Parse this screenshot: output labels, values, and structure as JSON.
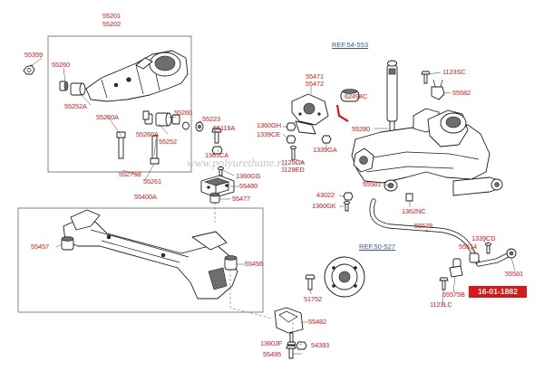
{
  "labels": {
    "p55201": "55201",
    "p55202": "55202",
    "p55359": "55359",
    "p55260a": "55260",
    "p55252a": "55252A",
    "p55260A1": "55260A",
    "p55260b": "55260",
    "p55260A2": "55260A",
    "p55252": "55252",
    "p55223": "55223",
    "p55119a": "55119A",
    "p1361ca": "1361CA",
    "p55275b": "55275B",
    "p55261": "55261",
    "p1360gg": "1360GG",
    "p55480": "55480",
    "p55477": "55477",
    "p55400a": "55400A",
    "p55457": "55457",
    "p55456": "55456",
    "p55482": "55482",
    "p1360jf": "1360JF",
    "p54393": "54393",
    "p55495": "55495",
    "p55471": "55471",
    "p55472": "55472",
    "p62494c": "62494C",
    "p1360gh": "1360GH",
    "p1339ce": "1339CE",
    "p1339ga": "1339GA",
    "p1125ga": "1125GA",
    "p1129ed": "1129ED",
    "p55280": "55280",
    "p1123sc": "1123SC",
    "p55582": "55582",
    "p55581a": "55581",
    "p43022": "43022",
    "p1360gk": "1360GK",
    "p1362nc": "1362NC",
    "p55578": "55578",
    "p1339cd": "1339CD",
    "p55514": "55514",
    "p55581b": "55581",
    "p55575b": "55575B",
    "p1123lc": "1123LC",
    "p51752": "51752"
  },
  "references": {
    "ref1": "REF.54-553",
    "ref2": "REF.50-527"
  },
  "watermark": "www.polyurethane.ru",
  "badge": "16-01-1882",
  "colors": {
    "label": "#d81818",
    "reference": "#3c5a9a",
    "badge_bg": "#d81818",
    "badge_text": "#ffffff"
  }
}
